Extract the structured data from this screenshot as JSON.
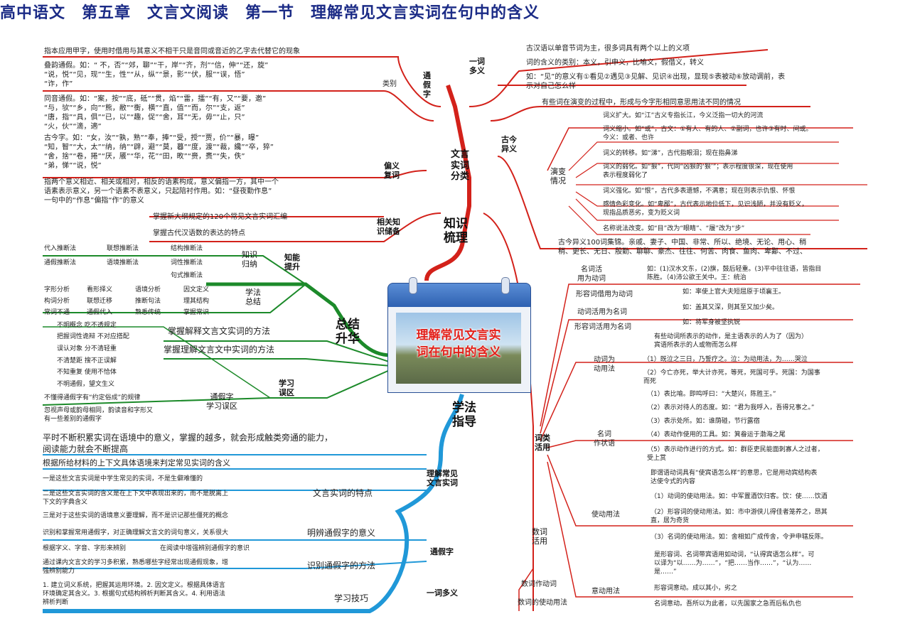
{
  "title": "高中语文　第五章　文言文阅读　第一节　理解常见文言实词在句中的含义",
  "center": {
    "line1": "理解常见文言实",
    "line2": "词在句中的含义"
  },
  "main_branches": {
    "zhishi": "知识\n梳理",
    "zongjie": "总结\n升华",
    "xuefa": "学法\n指导"
  },
  "wenyan_fenlei": "文言\n实词\n分类",
  "tongjiazi": {
    "label": "通\n假\n字",
    "leibie": "类别",
    "ben_you": "指本应用甲字，使用时借用与其意义不相干只是音同或音近的乙字去代替它的现象",
    "dieyin": "叠韵通假。如：“ 不，否”“郊，聊”“干，岸”“齐，剂”“信，伸”“还，旋”\n“说，悦”“见，现”“生，性”“从，纵”“景，影”“伏，服”“误，悟”\n“诈，作”",
    "tongyin": "同音通假。如：“案，按”“底，砥”“贯，焰”“雷，擂”“有，又”“要，邀”\n“与，欤”“乡，向”“熊，敝”“衡，横”“直，值”“而，尔”“支，返”\n“唐，指”“具，俱”“已，以”“趣，促”“舍，耳”“无，毋”“止，只”\n“火，伙”“滴，適”",
    "guwenzi": "古今字。如：“女，汝”“孰，熟”“奉，捧”“受，授”“贾，价”“暴，曝”\n“知，智”“大，太”“纳，纳”“辟，避”“莫，暮”“度，渡”“裁，纔”“卒，猝”\n“舍，捨”“卷，捲”“厌，餍”“华，花”“田，畋”“赍，赉”“失，佚”\n“弟，悌”“说，悦”"
  },
  "pianyi": {
    "label": "偏义\n复词",
    "desc": "指两个意义相近、相关或相对，相反的语素构成，意义偏指一方，其中一个\n语素表示意义，另一个语素不表意义，只起陪衬作用。如：“昼夜勤作息”\n一句中的“作息”偏指“作”的意义"
  },
  "xiangguan": {
    "label": "相关知\n识储备",
    "item1": "掌握新大纲规定的120个常见文言实词汇编",
    "item2": "掌握古代汉语数的表达的特点"
  },
  "yici_duoyi": {
    "label": "一词\n多义",
    "item1": "古汉语以单音节词为主，很多词具有两个以上的义项",
    "item2": "词的含义的类别：本义，引申义，比喻义，假借义，转义",
    "item3": "如：“见”的意义有①看见②遇见③见解、见识④出现，显现⑤表被动⑥放动调前，表\n示对自己怎么样"
  },
  "gujin_yiyi": {
    "label": "古今\n异义",
    "intro": "有些词在演变的过程中，形成与今字形相同意思用法不同的情况",
    "yanbian": "演变\n情况",
    "items": [
      "词义扩大。如“江”古义专指长江，今义泛指一切大的河流",
      "词义缩小。如“或”，古文：①有人、有的人、②副词，也许③有时、间或。\n今义：或者、也许",
      "词义的转移。如“涕”，古代指眼泪；现在指鼻涕",
      "词义的弱化。如“狠”，代同“凶狠的‘狠’”；表示程度很深，现在使用\n表示程度弱化了",
      "词义强化。如“恨”，古代多表遗憾，不满意；现在则表示仇恨、怀恨",
      "感情色彩变化。如“卑鄙”，古代表示地位低下，见识浅陋，并没有贬义，\n现指品质恶劣，变为贬义词",
      "名称说法改变。如“目”改为“眼睛”、“履”改为“步”"
    ],
    "list": "古今异义100词集锦。亲戚、妻子、中国、非常、所以、绝境、无论、用心、稍\n稍、更长、无日、殷勤、聊聊、豪杰、往往、何苦、肉食、鱼肉、卑鄙、不过、"
  },
  "cilei_huoyong": {
    "label": "词类\n活用",
    "mingci_dongci": "名词活\n用为动词",
    "mingci_ex": "如：(1)汉水文东，(2)旗，鼓后轻重。(3)平中往往语，皆指目\n陈胜。（4)沛公欲王关中。王：统治",
    "xingrong_dongci": "形容词借用为动词",
    "xingrong_ex": "如：率使上官大夫短屈原于顷襄王。",
    "dongci_mingci": "动词活用为名词",
    "dongci_mingci_ex": "如：盖其又深，则其至又加少矣。",
    "xingrong_mingci": "形容词活用为名词",
    "xingrong_mingci_ex": "如：将军身被坚执锐",
    "dongci_wei": "动词为\n动用法",
    "dongci_wei_desc": "有些动词所表示的动作，是主语表示的人为了（因为）\n宾语所表示的人或物而怎么样",
    "dongci_wei_1": "（1）既泣之三日，乃誓疗之。泣：为动用法，为……哭泣",
    "dongci_wei_2": "（2）今亡亦死，举大计亦死，等死，死国可乎。死国：为国事\n而死",
    "mingci_zhuangyu": "名词\n作状语",
    "zhuang": [
      "（1）表比喻。即鸣呼曰：“大楚兴，陈胜王。”",
      "（2）表示对待人的态度。如：“君为我呼入，吾得兄事之。”",
      "（3）表示处所。如：谁荫碰，节行露宿",
      "（4）表动作使用的工具。如：箕畚运于渤海之尾",
      "（5）表示动作进行的方式。如：群臣吏民能面刺寡人之过者，\n受上赏"
    ],
    "shidong": "使动用法",
    "shidong_desc": "即谓语动词具有“使宾语怎么样”的意思，它是用动宾结构表\n达使令式的内容",
    "shidong_items": [
      "（1）动词的使动用法。如：中军置酒饮归客。饮：使……饮酒",
      "（2）形容词的使动用法。如：市中游侠儿得佳者笼养之，昂其\n直，居为奇货",
      "（3）名词的使动用法。如：舍相如广成传舍，令尹申辖反陈。"
    ],
    "yidong": "意动用法",
    "yidong_desc": "是形容词、名词带宾语用如动词，“认得宾语怎么样”。可\n以译为“以……为……”，“把……当作……”，“认为……\n是……”",
    "yidong_items": [
      "形容词意动。成以其小，劣之",
      "名词意动。吾所以为此者，以先国家之急而后私仇也"
    ],
    "shuci": "数词\n活用",
    "shuci_zuo": "数词作动词",
    "shuci_shidong": "数词的使动用法"
  },
  "zhineng": {
    "label": "知能\n提升",
    "zhishi_guina": "知识\n归纳",
    "row1": [
      "代入推断法",
      "联想推断法",
      "结构推断法"
    ],
    "row2": [
      "通假推断法",
      "语境推断法",
      "词性推断法"
    ],
    "row3": "句式推断法",
    "xuefa_zongjie": "学法\n总结",
    "row4": [
      "字形分析",
      "看形择义",
      "语境分析",
      "因文定义"
    ],
    "row5": [
      "构词分析",
      "联想迁移",
      "推断句法",
      "理其结构"
    ],
    "row6": [
      "常词不通",
      "通假代入",
      "熟悉传统",
      "掌握常识"
    ]
  },
  "zongjie_items": {
    "fangfa1": "掌握解释文言文实词的方法",
    "fangfa2": "掌握理解文言文中实词的方法",
    "wuqu": "学习\n误区",
    "wuqu_items": [
      "不明概念 吃不透规定",
      "把握词性诡辩 不对应搭配",
      "误认对象 分不清轻重",
      "不清楚距 搜不正误解",
      "不知重复 使用不恰体",
      "不明通假，望文生义"
    ],
    "tongjia_wuqu": "通假字\n学习误区",
    "tongjia_1": "不懂得通假字有“约定俗成”的规律",
    "tongjia_2": "忽视声母或韵母相同，韵读音和字形又\n有一些差别的通假字"
  },
  "xuefa": {
    "intro": "平时不断积累实词在语境中的意义，掌握的越多，就会形成触类旁通的能力，\n阅读能力就会不断提高",
    "genju": "根据所给材料的上下文具体语境来判定常见实词的含义",
    "lijie": "理解常见\n文言实词",
    "tedian": "文言实词的特点",
    "tedian_items": [
      "一是这些文言实词是中学生常见的实词，不是生僻难懂的",
      "二是这些文言实词的含义是在上下文中表现出来的，而不是脱离上\n下文的字典含义",
      "三是对于这些实词的语境意义要理解，而不是识记那些僵死的概念"
    ],
    "mingbian": "明辨通假字的意义",
    "mingbian_desc": "识别和掌握常用通假字，对正确理解文言文的词句意义，关系很大",
    "tongjiazi": "通假字",
    "shibie": "识别通假字的方法",
    "shibie_items": [
      "根据字义、字音、字形来辨别",
      "在阅读中增强辨别通假字的意识"
    ],
    "shibie_desc": "通过课内文言文的学习多积累，熟悉哪些字经常出现通假现象，增\n强辨别能力",
    "yici": "一词多义",
    "jiqiao": "学习技巧",
    "jiqiao_desc": "1. 建立词义系统，把握其运用环境。2. 因文定义。根据具体语言\n环境确定其含义。3. 根据句式结构辨析判断其含义。4. 利用语法\n辨析判断"
  },
  "colors": {
    "red": "#d3211a",
    "green": "#1c8a2a",
    "blue": "#2098d8",
    "title": "#1b2b86"
  }
}
